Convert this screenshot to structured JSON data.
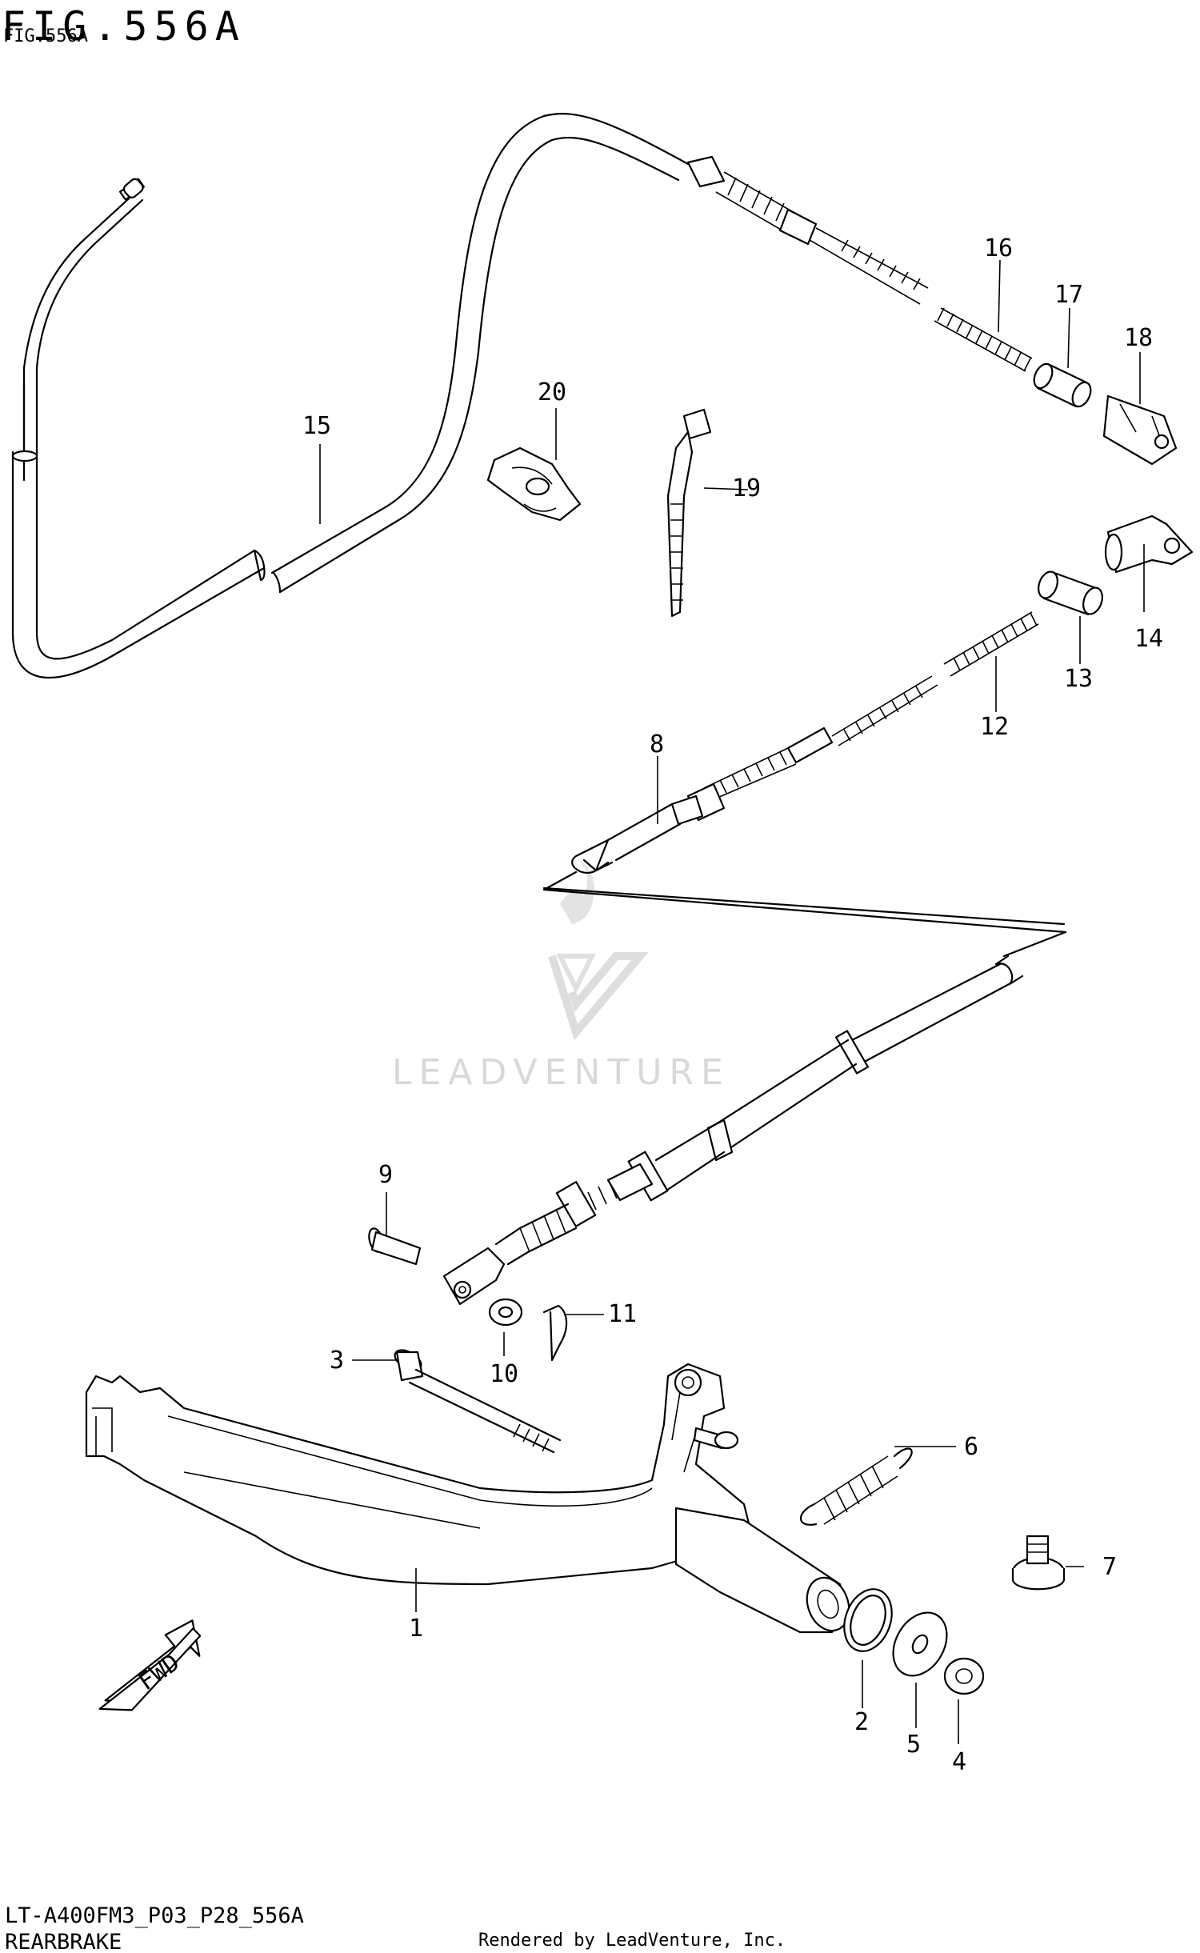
{
  "figure": {
    "title": "FIG.556A",
    "title_overlay": "FIG.556A",
    "model_code": "LT-A400FM3_P03_P28_556A",
    "section_name": "REARBRAKE",
    "credit": "Rendered by LeadVenture, Inc."
  },
  "watermark": {
    "brand": "LEADVENTURE"
  },
  "direction_arrow": {
    "label": "FWD"
  },
  "callouts": [
    {
      "id": "c1",
      "number": "1"
    },
    {
      "id": "c2",
      "number": "2"
    },
    {
      "id": "c3",
      "number": "3"
    },
    {
      "id": "c4",
      "number": "4"
    },
    {
      "id": "c5",
      "number": "5"
    },
    {
      "id": "c6",
      "number": "6"
    },
    {
      "id": "c7",
      "number": "7"
    },
    {
      "id": "c8",
      "number": "8"
    },
    {
      "id": "c9",
      "number": "9"
    },
    {
      "id": "c10",
      "number": "10"
    },
    {
      "id": "c11",
      "number": "11"
    },
    {
      "id": "c12",
      "number": "12"
    },
    {
      "id": "c13",
      "number": "13"
    },
    {
      "id": "c14",
      "number": "14"
    },
    {
      "id": "c15",
      "number": "15"
    },
    {
      "id": "c16",
      "number": "16"
    },
    {
      "id": "c17",
      "number": "17"
    },
    {
      "id": "c18",
      "number": "18"
    },
    {
      "id": "c19",
      "number": "19"
    },
    {
      "id": "c20",
      "number": "20"
    }
  ],
  "colors": {
    "line": "#000000",
    "background": "#ffffff",
    "watermark": "#d4d4d4"
  }
}
